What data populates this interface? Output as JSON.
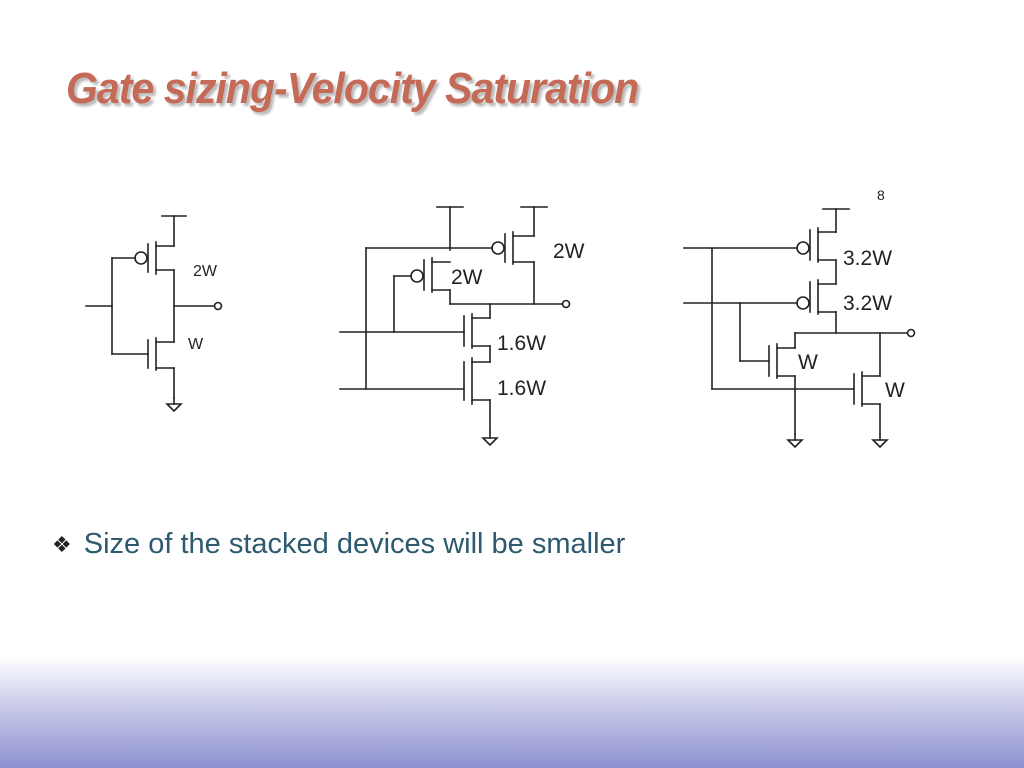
{
  "slide": {
    "title": "Gate sizing-Velocity Saturation",
    "bullet": "Size of the stacked devices will be smaller",
    "bullet_icon": "diamond-bullet-icon"
  },
  "diagram": {
    "circuits": [
      {
        "name": "inverter",
        "labels": [
          "2W",
          "W"
        ]
      },
      {
        "name": "nand2",
        "labels": [
          "2W",
          "2W",
          "1.6W",
          "1.6W"
        ]
      },
      {
        "name": "nor2",
        "labels": [
          "3.2W",
          "3.2W",
          "W",
          "W"
        ]
      }
    ],
    "stray_mark": "8"
  },
  "colors": {
    "title": "#c56a57",
    "bullet_text": "#2d5a6e",
    "gradient_bottom": "#8d90cf"
  }
}
